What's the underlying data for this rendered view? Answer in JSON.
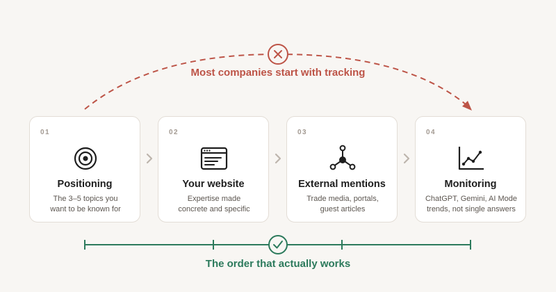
{
  "wrong_path": {
    "label": "Most companies start with tracking",
    "color": "#bd5447",
    "icon": "x-icon"
  },
  "right_path": {
    "label": "The order that actually works",
    "color": "#2c7a5c",
    "icon": "check-icon"
  },
  "steps": [
    {
      "number": "01",
      "title": "Positioning",
      "description": "The 3–5 topics you\nwant to be known for",
      "icon": "target-icon"
    },
    {
      "number": "02",
      "title": "Your website",
      "description": "Expertise made\nconcrete and specific",
      "icon": "browser-window-icon"
    },
    {
      "number": "03",
      "title": "External mentions",
      "description": "Trade media, portals,\nguest articles",
      "icon": "network-nodes-icon"
    },
    {
      "number": "04",
      "title": "Monitoring",
      "description": "ChatGPT, Gemini, AI Mode\ntrends, not single answers",
      "icon": "line-chart-icon"
    }
  ]
}
